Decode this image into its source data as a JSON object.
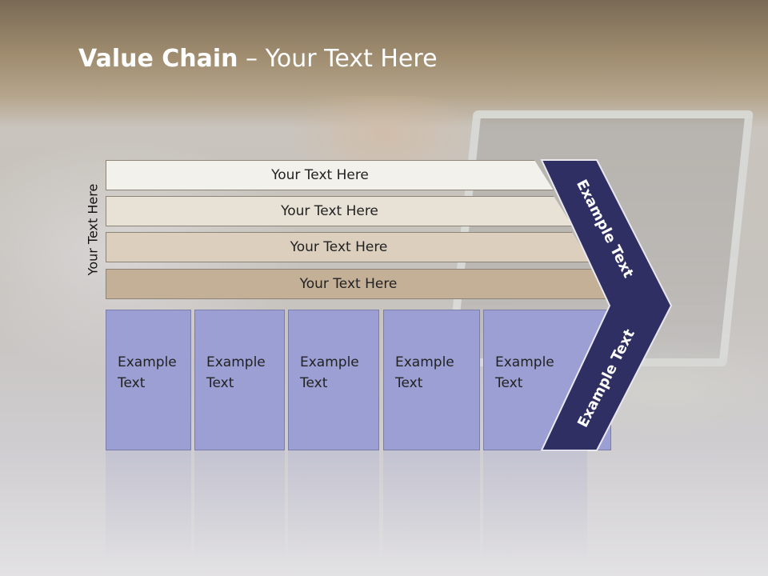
{
  "title": {
    "bold": "Value Chain",
    "rest": " – Your Text Here"
  },
  "side_label": "Your Text Here",
  "bars": [
    {
      "label": "Your Text Here",
      "color": "#f3f1ec"
    },
    {
      "label": "Your Text Here",
      "color": "#e8e1d6"
    },
    {
      "label": "Your Text Here",
      "color": "#dccfbe"
    },
    {
      "label": "Your Text Here",
      "color": "#c3b096"
    }
  ],
  "boxes": [
    {
      "line1": "Example",
      "line2": "Text"
    },
    {
      "line1": "Example",
      "line2": "Text"
    },
    {
      "line1": "Example",
      "line2": "Text"
    },
    {
      "line1": "Example",
      "line2": "Text"
    },
    {
      "line1": "Example",
      "line2": "Text"
    }
  ],
  "chevron": {
    "upper": "Example Text",
    "lower": "Example Text",
    "color": "#2f2f64",
    "border": "#e8e8ee"
  },
  "box_color": "#9c9fd3"
}
